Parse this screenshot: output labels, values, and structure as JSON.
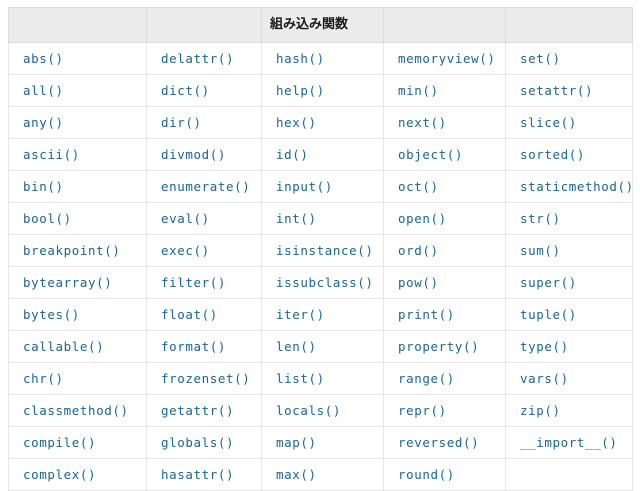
{
  "page": {
    "background_color": "#ffffff",
    "text_color": "#1a6496",
    "header_background_color": "#ececec",
    "header_text_color": "#1a1a1a",
    "border_color": "#e6e6e6"
  },
  "table": {
    "title": "組み込み関数",
    "title_column_index": 2,
    "header_cells": [
      "",
      "",
      "組み込み関数",
      "",
      ""
    ],
    "column_count": 5,
    "row_count": 14,
    "rows": [
      [
        "abs()",
        "delattr()",
        "hash()",
        "memoryview()",
        "set()"
      ],
      [
        "all()",
        "dict()",
        "help()",
        "min()",
        "setattr()"
      ],
      [
        "any()",
        "dir()",
        "hex()",
        "next()",
        "slice()"
      ],
      [
        "ascii()",
        "divmod()",
        "id()",
        "object()",
        "sorted()"
      ],
      [
        "bin()",
        "enumerate()",
        "input()",
        "oct()",
        "staticmethod()"
      ],
      [
        "bool()",
        "eval()",
        "int()",
        "open()",
        "str()"
      ],
      [
        "breakpoint()",
        "exec()",
        "isinstance()",
        "ord()",
        "sum()"
      ],
      [
        "bytearray()",
        "filter()",
        "issubclass()",
        "pow()",
        "super()"
      ],
      [
        "bytes()",
        "float()",
        "iter()",
        "print()",
        "tuple()"
      ],
      [
        "callable()",
        "format()",
        "len()",
        "property()",
        "type()"
      ],
      [
        "chr()",
        "frozenset()",
        "list()",
        "range()",
        "vars()"
      ],
      [
        "classmethod()",
        "getattr()",
        "locals()",
        "repr()",
        "zip()"
      ],
      [
        "compile()",
        "globals()",
        "map()",
        "reversed()",
        "__import__()"
      ],
      [
        "complex()",
        "hasattr()",
        "max()",
        "round()",
        ""
      ]
    ]
  }
}
